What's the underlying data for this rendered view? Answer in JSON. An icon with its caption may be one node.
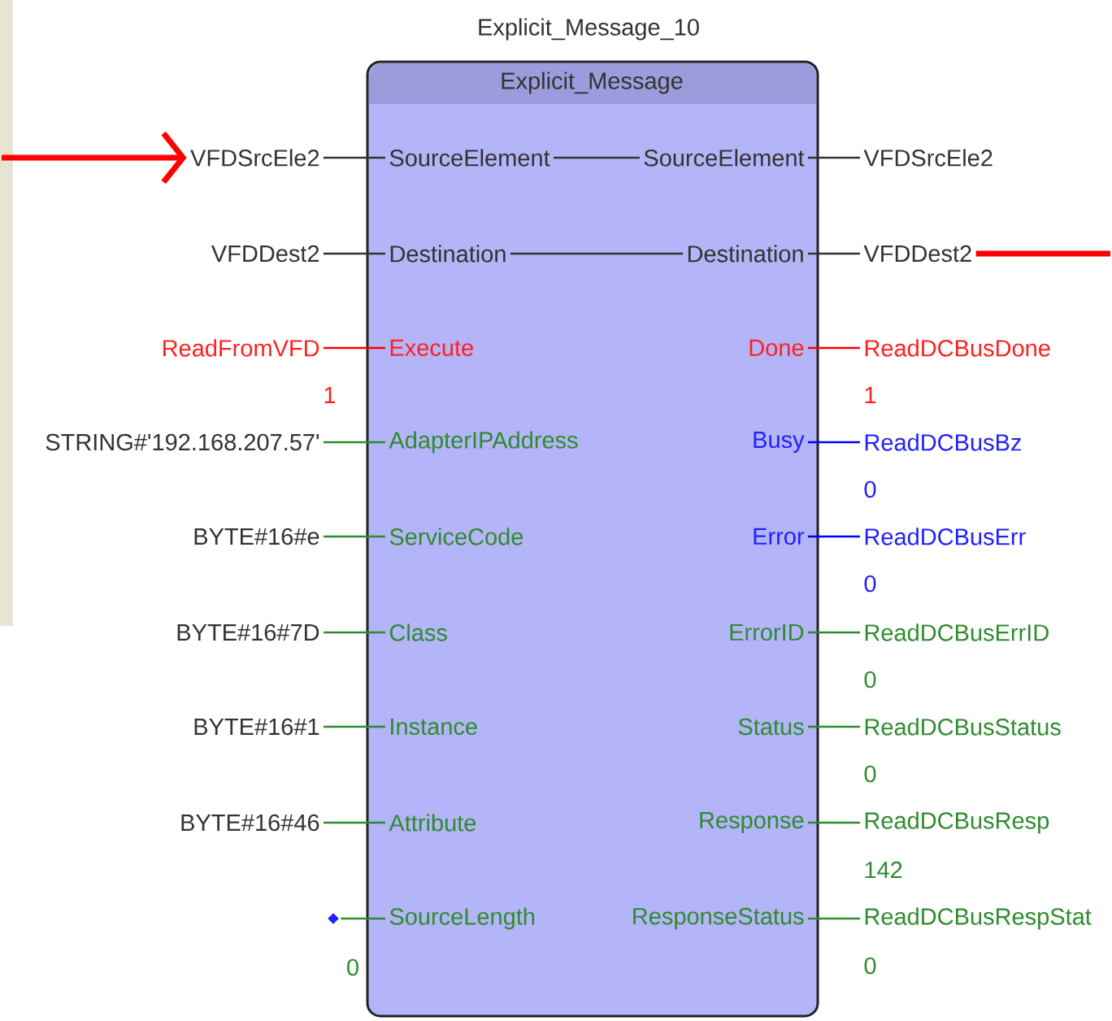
{
  "diagram": {
    "nodes": [
      {
        "text": [
          "Explicit_Message_10",
          "Explicit_Message"
        ]
      },
      {
        "text": [
          "SourceElement"
        ],
        "in": 0
      },
      {
        "text": [
          "Destination"
        ],
        "in": 0
      },
      {
        "text": [
          "Execute"
        ],
        "in": 0
      },
      {
        "text": [
          "AdapterIPAddress"
        ],
        "in": 0
      },
      {
        "text": [
          "ServiceCode"
        ],
        "in": 0
      },
      {
        "text": [
          "Class"
        ],
        "in": 0
      },
      {
        "text": [
          "Instance"
        ],
        "in": 0
      },
      {
        "text": [
          "Attribute"
        ],
        "in": 0
      },
      {
        "text": [
          "SourceLength"
        ],
        "in": 0
      },
      {
        "text": [
          "SourceElement"
        ],
        "in": 0
      },
      {
        "text": [
          "Destination"
        ],
        "in": 0
      },
      {
        "text": [
          "Done"
        ],
        "in": 0
      },
      {
        "text": [
          "Busy"
        ],
        "in": 0
      },
      {
        "text": [
          "Error"
        ],
        "in": 0
      },
      {
        "text": [
          "ErrorID"
        ],
        "in": 0
      },
      {
        "text": [
          "Status"
        ],
        "in": 0
      },
      {
        "text": [
          "Response"
        ],
        "in": 0
      },
      {
        "text": [
          "ResponseStatus"
        ],
        "in": 0
      },
      {
        "text": [
          "VFDSrcEle2"
        ]
      },
      {
        "text": [
          "VFDDest2"
        ]
      },
      {
        "text": [
          "ReadFromVFD"
        ],
        "beside": [
          "1"
        ]
      },
      {
        "text": [
          "STRING#'192.168.207.57'"
        ]
      },
      {
        "text": [
          "BYTE#16#e"
        ]
      },
      {
        "text": [
          "BYTE#16#7D"
        ]
      },
      {
        "text": [
          "BYTE#16#1"
        ]
      },
      {
        "text": [
          "BYTE#16#46"
        ]
      },
      {
        "text": [],
        "shape": "diamond",
        "beside": [
          "0"
        ]
      },
      {
        "text": [
          "VFDSrcEle2"
        ]
      },
      {
        "text": [
          "VFDDest2"
        ]
      },
      {
        "text": [
          "ReadDCBusDone"
        ],
        "beside": [
          "1"
        ]
      },
      {
        "text": [
          "ReadDCBusBz"
        ],
        "beside": [
          "0"
        ]
      },
      {
        "text": [
          "ReadDCBusErr"
        ],
        "beside": [
          "0"
        ]
      },
      {
        "text": [
          "ReadDCBusErrID"
        ],
        "beside": [
          "0"
        ]
      },
      {
        "text": [
          "ReadDCBusStatus"
        ],
        "beside": [
          "0"
        ]
      },
      {
        "text": [
          "ReadDCBusResp"
        ],
        "beside": [
          "142"
        ]
      },
      {
        "text": [
          "ReadDCBusRespStat"
        ],
        "beside": [
          "0"
        ]
      }
    ],
    "edges": [
      {
        "from": 19,
        "to": 1,
        "arrow": "none",
        "color": "#333333"
      },
      {
        "from": 20,
        "to": 2,
        "arrow": "none",
        "color": "#333333"
      },
      {
        "from": 21,
        "to": 3,
        "arrow": "none",
        "color": "#ff0000"
      },
      {
        "from": 22,
        "to": 4,
        "arrow": "none"
      },
      {
        "from": 23,
        "to": 5,
        "arrow": "none"
      },
      {
        "from": 24,
        "to": 6,
        "arrow": "none"
      },
      {
        "from": 25,
        "to": 7,
        "arrow": "none"
      },
      {
        "from": 26,
        "to": 8,
        "arrow": "none"
      },
      {
        "from": 27,
        "to": 9,
        "arrow": "none"
      },
      {
        "from": 1,
        "to": 10,
        "arrow": "none",
        "color": "#333333"
      },
      {
        "from": 2,
        "to": 11,
        "arrow": "none",
        "color": "#333333"
      },
      {
        "from": 10,
        "to": 28,
        "arrow": "none",
        "color": "#333333"
      },
      {
        "from": 11,
        "to": 29,
        "arrow": "none",
        "color": "#333333"
      },
      {
        "from": 12,
        "to": 30,
        "arrow": "none",
        "color": "#ff0000"
      },
      {
        "from": 13,
        "to": 31,
        "arrow": "none",
        "color": "#0000ff"
      },
      {
        "from": 14,
        "to": 32,
        "arrow": "none",
        "color": "#0000ff"
      },
      {
        "from": 15,
        "to": 33,
        "arrow": "none"
      },
      {
        "from": 16,
        "to": 34,
        "arrow": "none"
      },
      {
        "from": 17,
        "to": 35,
        "arrow": "none"
      },
      {
        "from": 18,
        "to": 36,
        "arrow": "none"
      },
      {
        "from": null,
        "to": 19,
        "arrow": "to",
        "style": "thick",
        "color": "#ff0000"
      },
      {
        "from": 29,
        "to": null,
        "arrow": "none",
        "style": "thick",
        "color": "#ff0000"
      }
    ]
  }
}
